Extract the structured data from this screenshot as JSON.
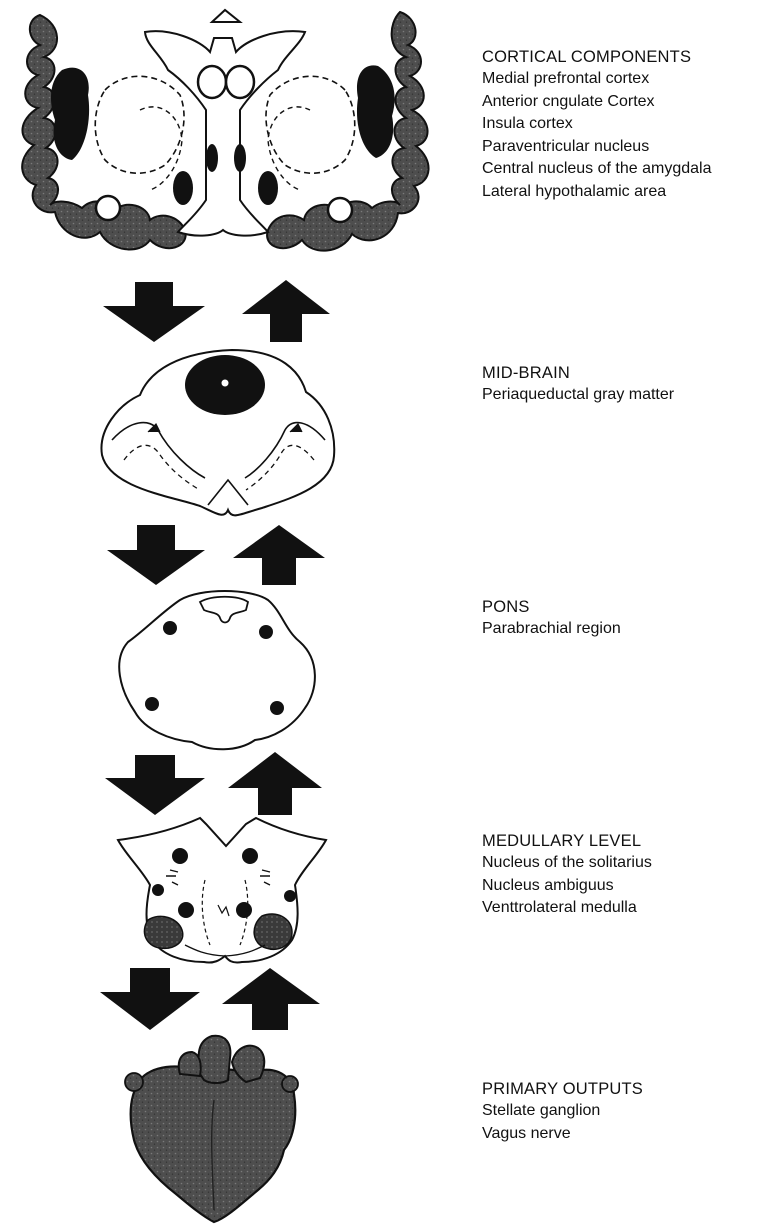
{
  "sections": [
    {
      "id": "cortical",
      "heading": "CORTICAL COMPONENTS",
      "items": [
        "Medial prefrontal cortex",
        "Anterior cngulate Cortex",
        "Insula cortex",
        "Paraventricular nucleus",
        "Central nucleus of the amygdala",
        "Lateral hypothalamic area"
      ]
    },
    {
      "id": "midbrain",
      "heading": "MID-BRAIN",
      "items": [
        "Periaqueductal gray matter"
      ]
    },
    {
      "id": "pons",
      "heading": "PONS",
      "items": [
        "Parabrachial region"
      ]
    },
    {
      "id": "medulla",
      "heading": "MEDULLARY LEVEL",
      "items": [
        "Nucleus of the solitarius",
        "Nucleus ambiguus",
        "Venttrolateral medulla"
      ]
    },
    {
      "id": "outputs",
      "heading": "PRIMARY OUTPUTS",
      "items": [
        "Stellate ganglion",
        "Vagus nerve"
      ]
    }
  ],
  "colors": {
    "ink": "#111111",
    "gray_fill": "#5a5a5a",
    "paper": "#ffffff"
  },
  "arrows": [
    {
      "between": "cortical-midbrain",
      "down": true,
      "up": true
    },
    {
      "between": "midbrain-pons",
      "down": true,
      "up": true
    },
    {
      "between": "pons-medulla",
      "down": true,
      "up": true
    },
    {
      "between": "medulla-outputs",
      "down": true,
      "up": true
    }
  ]
}
